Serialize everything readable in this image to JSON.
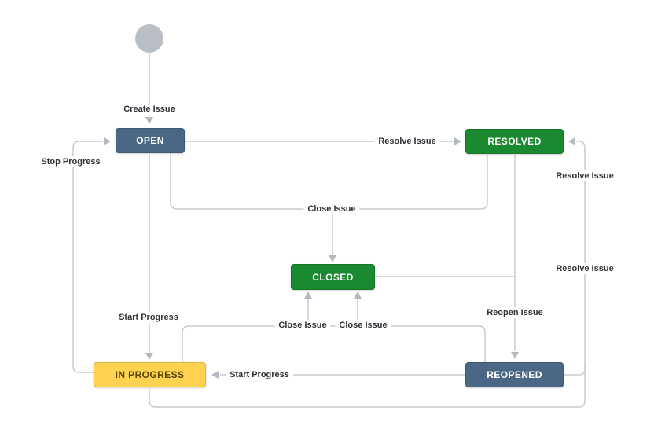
{
  "diagram": {
    "line_color": "#c6cbd2",
    "arrow_color": "#b3b9c1",
    "start_circle_color": "#b9bfc5",
    "nodes": {
      "start": {
        "label": "",
        "color": "#b9bfc5",
        "text_color": "#ffffff"
      },
      "open": {
        "label": "OPEN",
        "color": "#4a6785",
        "text_color": "#ffffff"
      },
      "resolved": {
        "label": "RESOLVED",
        "color": "#1b8930",
        "text_color": "#ffffff"
      },
      "closed": {
        "label": "CLOSED",
        "color": "#1b8930",
        "text_color": "#ffffff"
      },
      "in_progress": {
        "label": "IN PROGRESS",
        "color": "#ffd351",
        "text_color": "#594300"
      },
      "reopened": {
        "label": "REOPENED",
        "color": "#4a6785",
        "text_color": "#ffffff"
      }
    },
    "edge_labels": {
      "create_issue": "Create Issue",
      "stop_progress": "Stop Progress",
      "resolve_issue_open": "Resolve Issue",
      "close_issue_open": "Close Issue",
      "resolve_issue_right_upper": "Resolve Issue",
      "resolve_issue_right_lower": "Resolve Issue",
      "reopen_issue": "Reopen Issue",
      "start_progress_open": "Start Progress",
      "close_issue_in_progress": "Close Issue",
      "close_issue_reopened": "Close Issue",
      "start_progress_reopened": "Start Progress"
    }
  }
}
